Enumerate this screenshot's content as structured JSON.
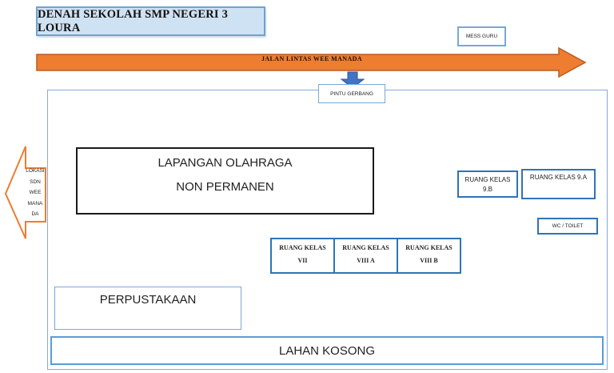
{
  "title": "DENAH SEKOLAH SMP NEGERI 3 LOURA",
  "colors": {
    "title_fill": "#cfe2f3",
    "light_blue_border": "#7ba7d7",
    "strong_blue_border": "#2e74b5",
    "compound_border": "#8aa9d6",
    "road_fill": "#ed7d31",
    "road_stroke": "#bc5b21",
    "gate_arrow_fill": "#4472c4",
    "gate_arrow_stroke": "#2f5597",
    "field_border": "#1a1a1a"
  },
  "road": {
    "label": "JALAN LINTAS WEE MANADA"
  },
  "gate": {
    "label": "PINTU GERBANG"
  },
  "mess_guru": {
    "label": "MESS GURU"
  },
  "locator": {
    "lines": [
      "LOKASI",
      "SDN",
      "WEE",
      "MANA",
      "DA"
    ]
  },
  "field": {
    "line1": "LAPANGAN OLAHRAGA",
    "line2": "NON PERMANEN"
  },
  "class_9b": {
    "line1": "RUANG KELAS",
    "line2": "9.B"
  },
  "class_9a": {
    "label": "RUANG KELAS 9.A"
  },
  "wc": {
    "label": "WC / TOILET"
  },
  "classrooms": [
    {
      "line1": "RUANG KELAS",
      "line2": "VII"
    },
    {
      "line1": "RUANG KELAS",
      "line2": "VIII A"
    },
    {
      "line1": "RUANG KELAS",
      "line2": "VIII B"
    }
  ],
  "library": {
    "label": "PERPUSTAKAAN"
  },
  "vacant": {
    "label": "LAHAN KOSONG"
  }
}
